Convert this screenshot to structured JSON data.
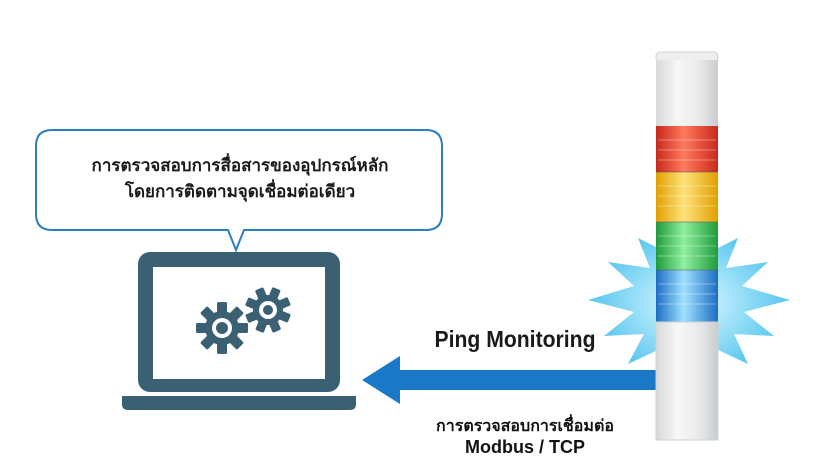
{
  "speech_bubble": {
    "line1": "การตรวจสอบการสื่อสารของอุปกรณ์หลัก",
    "line2": "โดยการติดตามจุดเชื่อมต่อเดียว"
  },
  "arrow": {
    "label": "Ping Monitoring",
    "sub_line1": "การตรวจสอบการเชื่อมต่อ",
    "sub_line2": "Modbus / TCP"
  },
  "icons": {
    "laptop": "laptop-icon",
    "gears": "gears-icon",
    "signal_tower": "signal-tower-light"
  },
  "colors": {
    "laptop": "#3b6074",
    "bubble_border": "#2a7fc0",
    "arrow": "#1a78c8",
    "glow": "#5ecbf0",
    "tier_red": "#e23a2a",
    "tier_yellow": "#f2b400",
    "tier_green": "#2fb44a",
    "tier_blue": "#2a7fd4"
  }
}
